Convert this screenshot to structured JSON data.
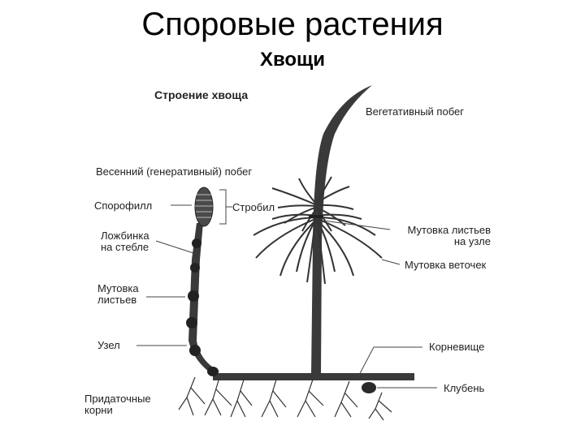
{
  "slide": {
    "title": "Споровые растения",
    "subtitle": "Хвощи"
  },
  "diagram": {
    "heading": "Строение хвоща",
    "labels": {
      "vegetative_shoot": "Вегетативный побег",
      "spring_shoot": "Весенний (генеративный) побег",
      "sporophyll": "Спорофилл",
      "strobilus": "Стробил",
      "groove_line1": "Ложбинка",
      "groove_line2": "на стебле",
      "leaf_whorl_line1": "Мутовка",
      "leaf_whorl_line2": "листьев",
      "node": "Узел",
      "adventitious_roots_line1": "Придаточные",
      "adventitious_roots_line2": "корни",
      "node_leaf_whorl_line1": "Мутовка листьев",
      "node_leaf_whorl_line2": "на узле",
      "branch_whorl": "Мутовка веточек",
      "rhizome": "Корневище",
      "tuber": "Клубень"
    }
  }
}
